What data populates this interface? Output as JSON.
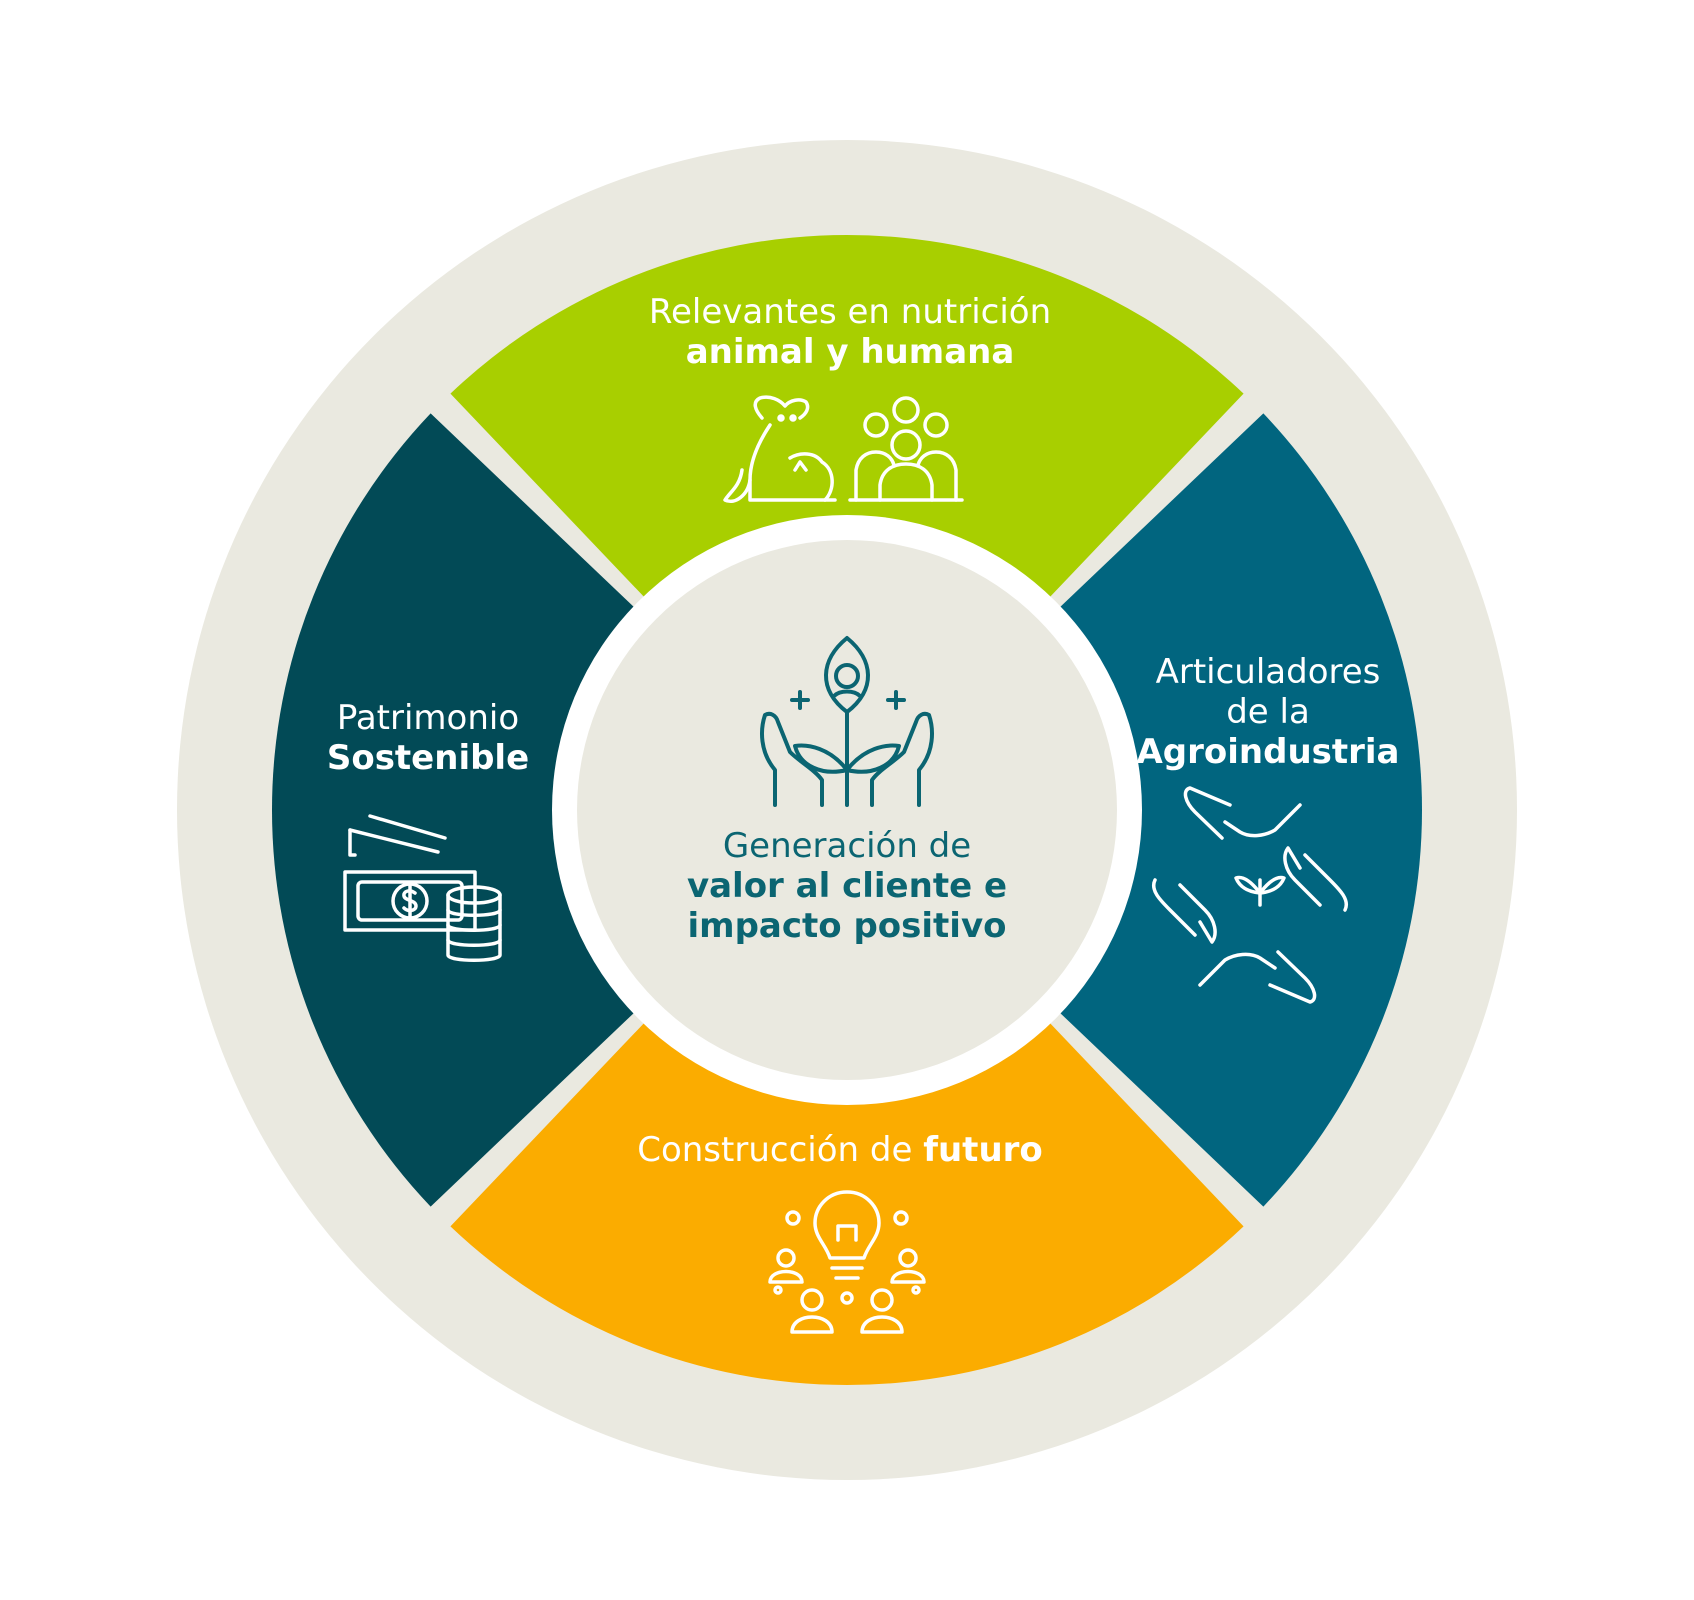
{
  "colors": {
    "outer_ring": "#eae9e0",
    "center_disc": "#eae9e0",
    "top_segment": "#a8cf00",
    "right_segment": "#01657f",
    "bottom_segment": "#fbac00",
    "left_segment": "#024a56",
    "center_text": "#0b6572",
    "segment_text": "#ffffff"
  },
  "center": {
    "line1": "Generación de",
    "line2": "valor al cliente e",
    "line3": "impacto positivo",
    "icon": "hands-plant-icon"
  },
  "segments": {
    "top": {
      "line1": "Relevantes en nutrición",
      "line2": "animal y humana",
      "icons": [
        "pets-icon",
        "family-icon"
      ]
    },
    "right": {
      "line1": "Articuladores",
      "line2": "de la",
      "line3": "Agroindustria",
      "icon": "hands-circle-plant-icon"
    },
    "bottom": {
      "line1_light": "Construcción de",
      "line1_bold": "futuro",
      "icon": "lightbulb-people-icon"
    },
    "left": {
      "line1": "Patrimonio",
      "line2": "Sostenible",
      "icon": "money-coins-icon"
    }
  }
}
